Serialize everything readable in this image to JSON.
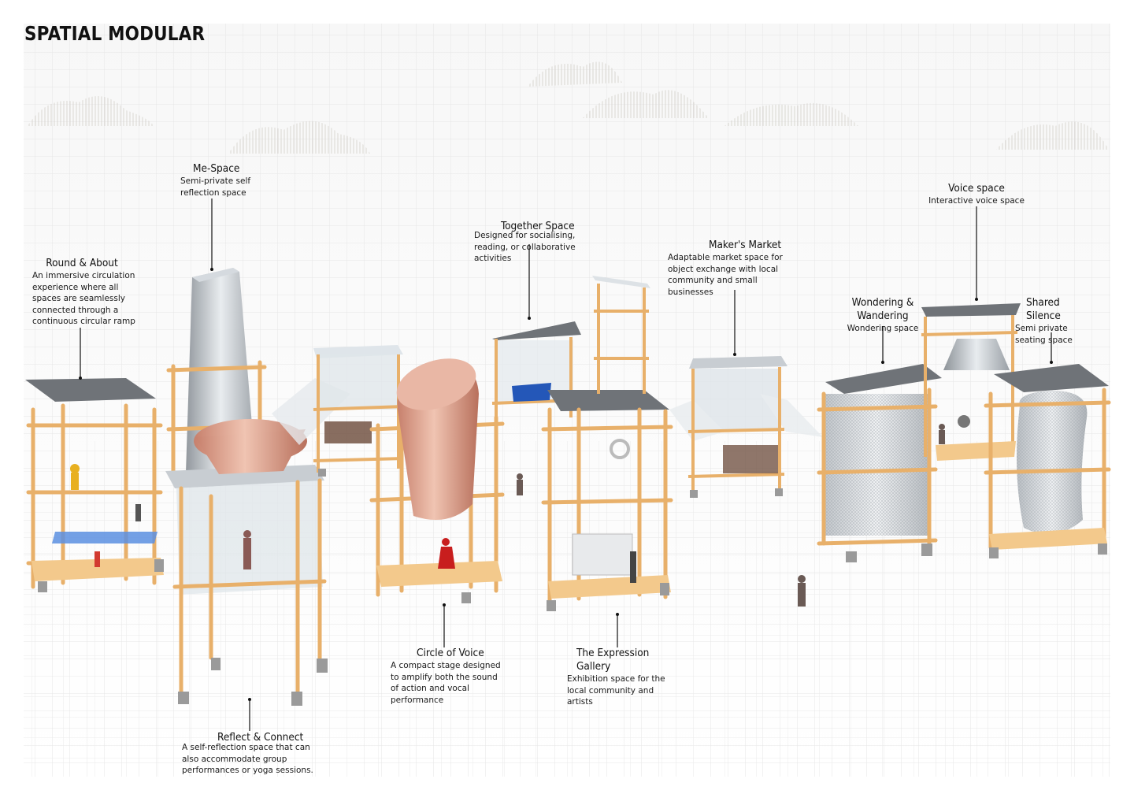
{
  "title": "SPATIAL MODULAR",
  "colors": {
    "timber": "#e8b06a",
    "roof": "#6f7378",
    "glass": "#cfd6dc",
    "copper": "#d9a28f",
    "platform": "#f3c98c",
    "grid": "#e4e4e4"
  },
  "modules": [
    {
      "key": "round_about",
      "name": "Round & About",
      "desc": "An immersive circulation experience where all spaces are seamlessly connected through a continuous circular ramp"
    },
    {
      "key": "me_space",
      "name": "Me-Space",
      "desc": "Semi-private self reflection space"
    },
    {
      "key": "together_space",
      "name": "Together Space",
      "desc": "Designed for socialising, reading, or collaborative activities"
    },
    {
      "key": "makers_market",
      "name": "Maker's Market",
      "desc": "Adaptable market space for object exchange with local community and small businesses"
    },
    {
      "key": "voice_space",
      "name": "Voice space",
      "desc": "Interactive voice space"
    },
    {
      "key": "wondering",
      "name": "Wondering & Wandering",
      "desc": "Wondering space"
    },
    {
      "key": "shared_silence",
      "name": "Shared Silence",
      "desc": "Semi private seating space"
    },
    {
      "key": "circle_voice",
      "name": "Circle of Voice",
      "desc": "A compact stage designed to amplify both the sound of action and vocal performance"
    },
    {
      "key": "expression_gallery",
      "name": "The Expression Gallery",
      "desc": "Exhibition space for the local community and artists"
    },
    {
      "key": "reflect_connect",
      "name": "Reflect & Connect",
      "desc": "A self-reflection space that can also accommodate group performances or yoga sessions."
    }
  ]
}
